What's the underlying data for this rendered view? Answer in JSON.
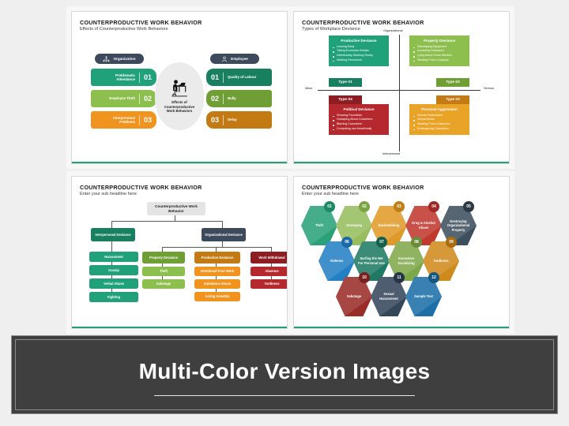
{
  "banner": {
    "text": "Multi-Color Version Images"
  },
  "colors": {
    "teal": "#21a179",
    "green_light": "#8cbf4d",
    "orange": "#f0941f",
    "teal_dark": "#18805f",
    "green_dark": "#6f9e35",
    "orange_dark": "#c47a12",
    "navy": "#3d4a5c",
    "red": "#b5292e",
    "amber": "#e9a327",
    "slide_accent": "#21a179"
  },
  "slide1": {
    "title": "COUNTERPRODUCTIVE WORK BEHAVIOR",
    "subtitle": "Effects of Counterproductive Work Behaviors",
    "left_pill": "Organization",
    "right_pill": "Employee",
    "hub": {
      "line1": "Effects of",
      "line2": "Counterproductive",
      "line3": "Work Behaviors"
    },
    "left_items": [
      {
        "num": "01",
        "label": "Problematic Attendance",
        "color": "#21a179"
      },
      {
        "num": "02",
        "label": "Employee Theft",
        "color": "#8cbf4d"
      },
      {
        "num": "03",
        "label": "Interpersonal Problems",
        "color": "#f0941f"
      }
    ],
    "right_items": [
      {
        "num": "01",
        "label": "Quality of Labour",
        "color": "#18805f"
      },
      {
        "num": "02",
        "label": "Bully",
        "color": "#6f9e35"
      },
      {
        "num": "03",
        "label": "Delay",
        "color": "#c47a12"
      }
    ]
  },
  "slide2": {
    "title": "COUNTERPRODUCTIVE WORK BEHAVIOR",
    "subtitle": "Types of Workplace Deviance",
    "axis": {
      "top": "Organizational",
      "bottom": "Interpersonal",
      "left": "Minor",
      "right": "Serious"
    },
    "quadrants": [
      {
        "tab": "Type 01",
        "heading": "Productive Deviance",
        "color": "#21a179",
        "tab_color": "#18805f",
        "items": [
          "Leaving Early",
          "Taking Excessive Breaks",
          "Intentionally Working Slowly",
          "Wasting Resources"
        ]
      },
      {
        "tab": "Type 02",
        "heading": "Property Deviance",
        "color": "#8cbf4d",
        "tab_color": "#6f9e35",
        "items": [
          "Sabotaging Equipment",
          "Accepting Kickbacks",
          "Lying About Hours Worked",
          "Stealing From Company"
        ]
      },
      {
        "tab": "Type 03",
        "heading": "Personal Aggression",
        "color": "#e9a327",
        "tab_color": "#c47a12",
        "items": [
          "Sexual Harassment",
          "Verbal Abuse",
          "Stealing From Coworkers",
          "Endangering Coworkers"
        ]
      },
      {
        "tab": "Type 04",
        "heading": "Political Deviance",
        "color": "#b5292e",
        "tab_color": "#8d1d22",
        "items": [
          "Showing Favoritism",
          "Gossiping About Coworkers",
          "Blaming Coworkers",
          "Competing non beneficially"
        ]
      }
    ]
  },
  "slide3": {
    "title": "COUNTERPRODUCTIVE WORK BEHAVIOR",
    "subtitle": "Enter your sub headline here",
    "root": "Counterproductive Work Behavior",
    "branch_left": "Interpersonal Deviance",
    "branch_right": "Organizational Deviance",
    "columns": [
      {
        "color": "#21a179",
        "items": [
          {
            "label": "Harassment",
            "color": "#21a179"
          },
          {
            "label": "Gossip",
            "color": "#21a179"
          },
          {
            "label": "Verbal Abuse",
            "color": "#21a179"
          },
          {
            "label": "Fighting",
            "color": "#21a179"
          }
        ]
      },
      {
        "color": "#6f9e35",
        "items": [
          {
            "label": "Property Deviance",
            "color": "#6f9e35"
          },
          {
            "label": "Theft",
            "color": "#8cbf4d"
          },
          {
            "label": "Sabotage",
            "color": "#8cbf4d"
          }
        ]
      },
      {
        "color": "#c47a12",
        "items": [
          {
            "label": "Production Deviance",
            "color": "#c47a12"
          },
          {
            "label": "Intentional Poor Work",
            "color": "#f0941f"
          },
          {
            "label": "Substance Abuse",
            "color": "#f0941f"
          },
          {
            "label": "Acting Unsafely",
            "color": "#f0941f"
          }
        ]
      },
      {
        "color": "#8d1d22",
        "items": [
          {
            "label": "Work Withdrawal",
            "color": "#8d1d22"
          },
          {
            "label": "Absence",
            "color": "#b5292e"
          },
          {
            "label": "Tardiness",
            "color": "#b5292e"
          }
        ]
      }
    ]
  },
  "slide4": {
    "title": "COUNTERPRODUCTIVE WORK BEHAVIOR",
    "subtitle": "Enter your sub headline here",
    "hexes": [
      {
        "num": "01",
        "label": "Theft",
        "color": "#2aa179",
        "badge": "#1d8a65"
      },
      {
        "num": "02",
        "label": "Gossiping",
        "color": "#97bd5e",
        "badge": "#7ba344"
      },
      {
        "num": "03",
        "label": "Backstabbing",
        "color": "#e09a29",
        "badge": "#c07f16"
      },
      {
        "num": "04",
        "label": "Drug & Alcohol Abuse",
        "color": "#c0392f",
        "badge": "#9e2a23"
      },
      {
        "num": "05",
        "label": "Destroying Organizational Property",
        "color": "#3d4f5e",
        "badge": "#2c3a46"
      },
      {
        "num": "06",
        "label": "Violence",
        "color": "#2480c4",
        "badge": "#1b6aa5"
      },
      {
        "num": "07",
        "label": "Surfing the Net For Personal Use",
        "color": "#1f7a63",
        "badge": "#15604d"
      },
      {
        "num": "08",
        "label": "Excessive Socializing",
        "color": "#7fa84a",
        "badge": "#688c39"
      },
      {
        "num": "09",
        "label": "Tardiness",
        "color": "#cf8a1c",
        "badge": "#a86d11"
      },
      {
        "num": "10",
        "label": "Sabotage",
        "color": "#992c29",
        "badge": "#7c211f"
      },
      {
        "num": "11",
        "label": "Sexual Harassment",
        "color": "#34465a",
        "badge": "#263545"
      },
      {
        "num": "12",
        "label": "Sample Text",
        "color": "#1d6fa8",
        "badge": "#145785"
      }
    ]
  }
}
